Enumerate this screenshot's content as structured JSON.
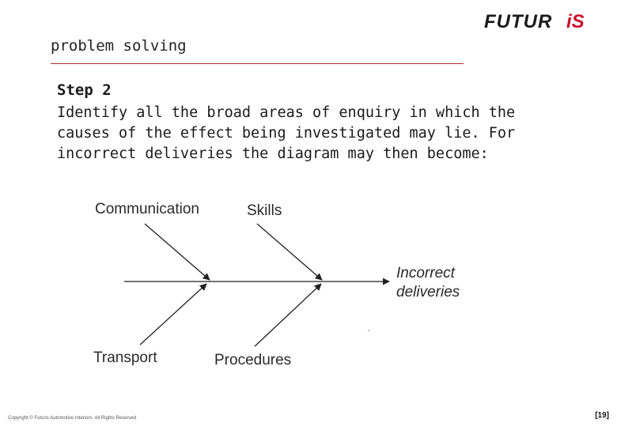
{
  "brand": {
    "logo_text": "FUTURiS",
    "accent_color": "#c8102e",
    "text_color": "#1a1a1a"
  },
  "slide": {
    "section_title": "problem solving",
    "step_heading": "Step 2",
    "step_body_lines": [
      "Identify all the broad areas of enquiry in which the",
      "causes of the effect being investigated may lie. For",
      "incorrect deliveries the diagram may then become:"
    ]
  },
  "diagram": {
    "effect_line1": "Incorrect",
    "effect_line2": "deliveries",
    "causes": {
      "top_left": "Communication",
      "top_right": "Skills",
      "bottom_left": "Transport",
      "bottom_right": "Procedures"
    }
  },
  "footer": {
    "copyright": "Copyright © Futuris Automotive Interiors. All Rights Reserved",
    "page_number": "[19]"
  }
}
